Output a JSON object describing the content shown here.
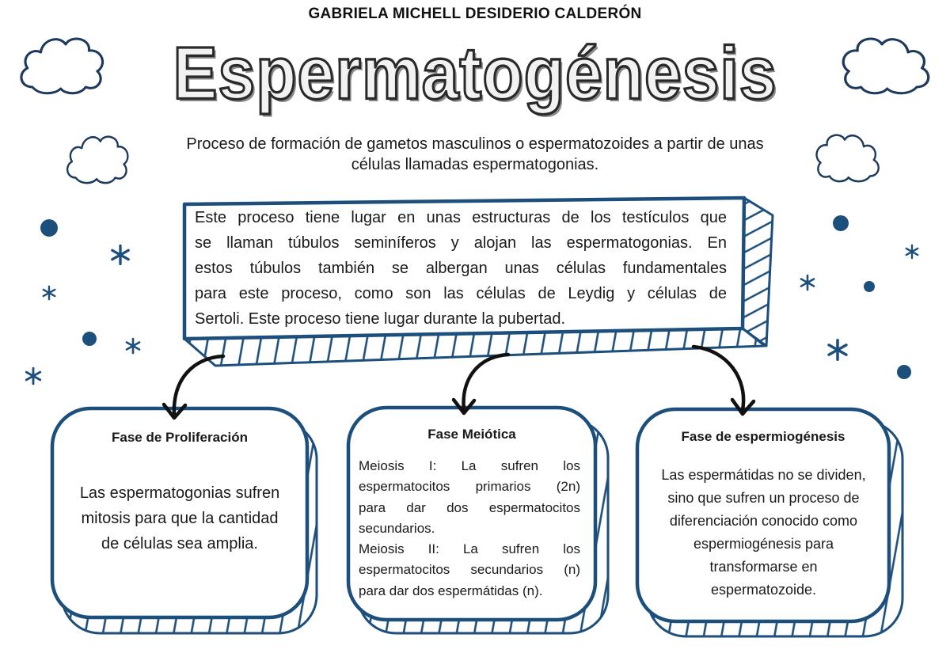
{
  "author": "GABRIELA MICHELL DESIDERIO CALDERÓN",
  "title": "Espermatogénesis",
  "subtitle": {
    "lines": [
      "Proceso de formación de gametos masculinos o espermatozoides a partir de unas",
      "células llamadas espermatogonias."
    ]
  },
  "main_box": {
    "lines": [
      "Este proceso tiene lugar en unas estructuras de los testículos que",
      "se llaman túbulos seminíferos y alojan las espermatogonias. En",
      "estos túbulos también se albergan unas células fundamentales",
      "para este proceso, como son las células de Leydig y células de",
      "Sertoli. Este proceso tiene lugar durante la pubertad."
    ]
  },
  "phases": [
    {
      "title": "Fase de Proliferación",
      "lines": [
        "Las espermatogonias sufren",
        "mitosis para que la cantidad",
        "de células sea amplia."
      ]
    },
    {
      "title": "Fase Meiótica",
      "lines": [
        "Meiosis I: La sufren los",
        "espermatocitos primarios (2n)",
        "para dar dos espermatocitos",
        "secundarios.",
        "Meiosis II: La sufren los",
        "espermatocitos secundarios (n)",
        "para dar dos espermátidas (n)."
      ]
    },
    {
      "title": "Fase de espermiogénesis",
      "lines": [
        "Las espermátidas no se dividen,",
        "sino que sufren un proceso de",
        "diferenciación conocido como",
        "espermiogénesis para",
        "transformarse en",
        "espermatozoide."
      ]
    }
  ],
  "colors": {
    "accent": "#1d4f7c",
    "text": "#1a1a1a",
    "arrow": "#111111",
    "background": "#ffffff"
  },
  "icons": {
    "cloud": "cloud-icon",
    "star": "asterisk-icon",
    "dot": "dot-icon",
    "arrow": "curved-arrow-icon"
  }
}
